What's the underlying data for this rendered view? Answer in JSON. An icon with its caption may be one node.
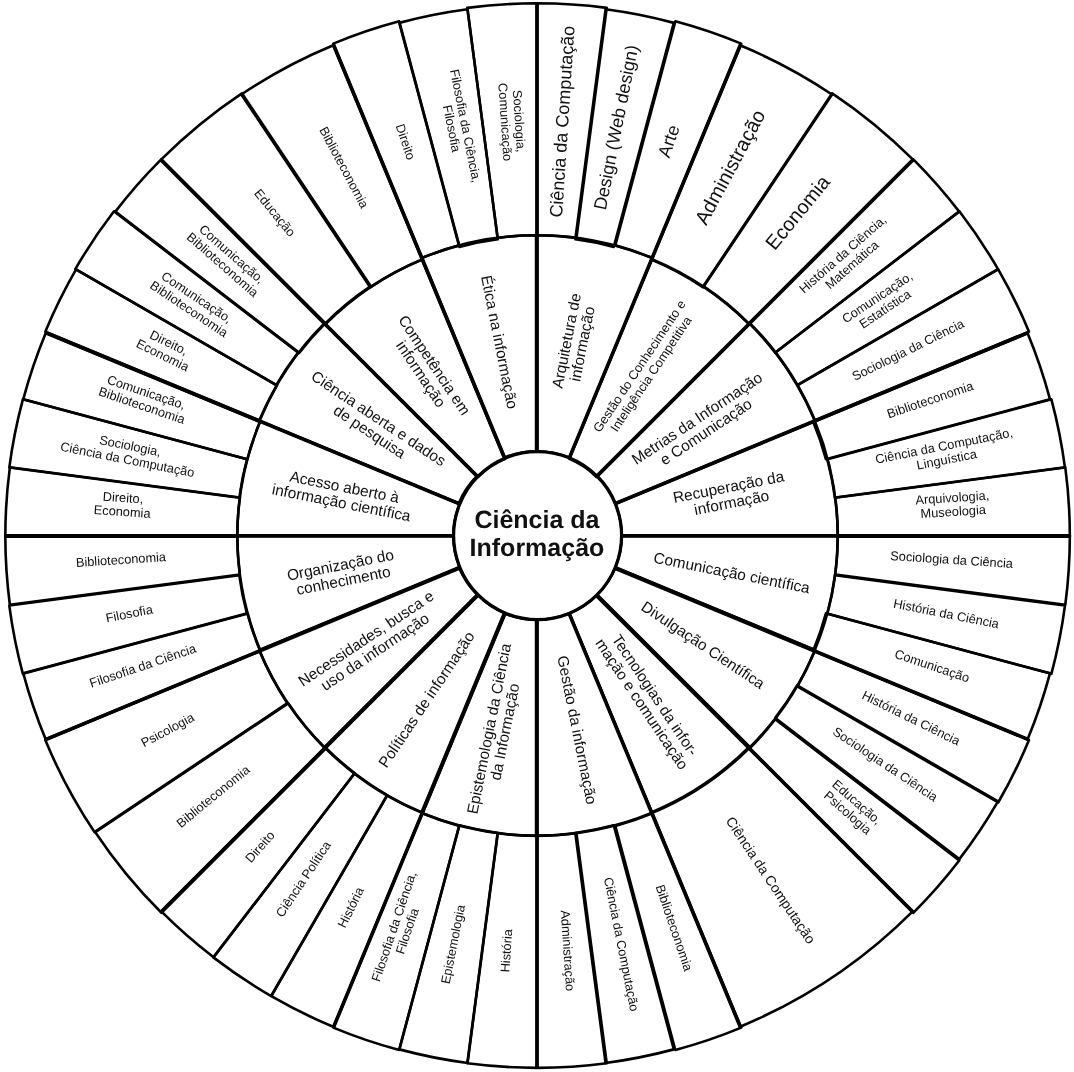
{
  "diagram": {
    "nodes": [
      {
        "text": [
          "Ciência da Informação"
        ]
      },
      {
        "text": [
          "Arquitetura de informação"
        ]
      },
      {
        "text": [
          "Ciência da Computação"
        ]
      },
      {
        "text": [
          "Design (Web design)"
        ]
      },
      {
        "text": [
          "Arte"
        ]
      },
      {
        "text": [
          "Gestão do Conhecimento e Inteligência Competitiva"
        ]
      },
      {
        "text": [
          "Administração"
        ]
      },
      {
        "text": [
          "Economia"
        ]
      },
      {
        "text": [
          "Metrias da Informação e Comunicação"
        ]
      },
      {
        "text": [
          "História da Ciência, Matemática"
        ]
      },
      {
        "text": [
          "Comunicação, Estatística"
        ]
      },
      {
        "text": [
          "Sociologia da Ciência"
        ]
      },
      {
        "text": [
          "Recuperação da informação"
        ]
      },
      {
        "text": [
          "Biblioteconomia"
        ]
      },
      {
        "text": [
          "Ciência da Computação, Linguística"
        ]
      },
      {
        "text": [
          "Arquivologia, Museologia"
        ]
      },
      {
        "text": [
          "Comunicação científica"
        ]
      },
      {
        "text": [
          "Sociologia da Ciência"
        ]
      },
      {
        "text": [
          "História da Ciência"
        ]
      },
      {
        "text": [
          "Comunicação"
        ]
      },
      {
        "text": [
          "Divulgação Científica"
        ]
      },
      {
        "text": [
          "História da Ciência"
        ]
      },
      {
        "text": [
          "Sociologia da Ciência"
        ]
      },
      {
        "text": [
          "Educação, Psicologia"
        ]
      },
      {
        "text": [
          "Tecnologias da infor- mação e comunicação"
        ]
      },
      {
        "text": [
          "Ciência da Computação"
        ]
      },
      {
        "text": [
          "Gestão da informação"
        ]
      },
      {
        "text": [
          "Biblioteconomia"
        ]
      },
      {
        "text": [
          "Ciência da Computação"
        ]
      },
      {
        "text": [
          "Administração"
        ]
      },
      {
        "text": [
          "Epistemologia da Ciência da Informação"
        ]
      },
      {
        "text": [
          "História"
        ]
      },
      {
        "text": [
          "Epistemologia"
        ]
      },
      {
        "text": [
          "Filosofia da Ciência, Filosofia"
        ]
      },
      {
        "text": [
          "Políticas de informação"
        ]
      },
      {
        "text": [
          "História"
        ]
      },
      {
        "text": [
          "Ciência Política"
        ]
      },
      {
        "text": [
          "Direito"
        ]
      },
      {
        "text": [
          "Necessidades, busca e uso da informação"
        ]
      },
      {
        "text": [
          "Biblioteconomia"
        ]
      },
      {
        "text": [
          "Psicologia"
        ]
      },
      {
        "text": [
          "Organização do conhecimento"
        ]
      },
      {
        "text": [
          "Filosofia da Ciência"
        ]
      },
      {
        "text": [
          "Filosofia"
        ]
      },
      {
        "text": [
          "Biblioteconomia"
        ]
      },
      {
        "text": [
          "Acesso aberto à informação científica"
        ]
      },
      {
        "text": [
          "Direito, Economia"
        ]
      },
      {
        "text": [
          "Sociologia, Ciência da Computação"
        ]
      },
      {
        "text": [
          "Comunicação, Biblioteconomia"
        ]
      },
      {
        "text": [
          "Ciência aberta e dados de pesquisa"
        ]
      },
      {
        "text": [
          "Direito, Economia"
        ]
      },
      {
        "text": [
          "Comunicação, Biblioteconomia"
        ]
      },
      {
        "text": [
          "Comunicação, Biblioteconomia"
        ]
      },
      {
        "text": [
          "Competência em informação"
        ]
      },
      {
        "text": [
          "Educação"
        ]
      },
      {
        "text": [
          "Biblioteconomia"
        ]
      },
      {
        "text": [
          "Ética na informação"
        ]
      },
      {
        "text": [
          "Direito"
        ]
      },
      {
        "text": [
          "Filosofia da Ciência, Filosofia"
        ]
      },
      {
        "text": [
          "Sociologia, Comunicação"
        ]
      }
    ]
  }
}
